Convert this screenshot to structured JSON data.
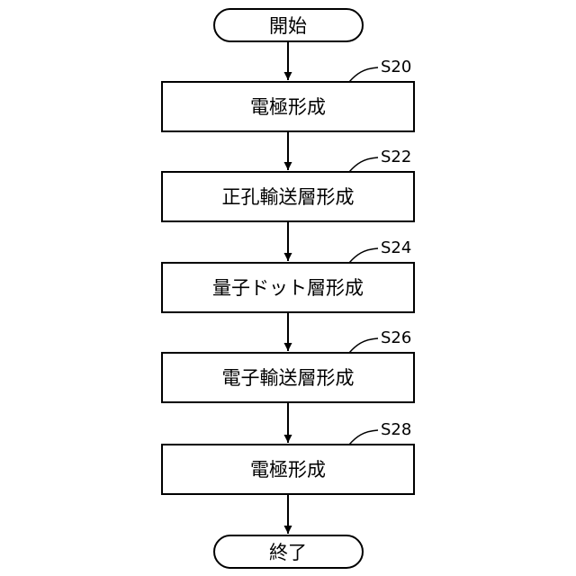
{
  "flowchart": {
    "start": {
      "label": "開始"
    },
    "steps": [
      {
        "id": "S20",
        "label": "電極形成"
      },
      {
        "id": "S22",
        "label": "正孔輸送層形成"
      },
      {
        "id": "S24",
        "label": "量子ドット層形成"
      },
      {
        "id": "S26",
        "label": "電子輸送層形成"
      },
      {
        "id": "S28",
        "label": "電極形成"
      }
    ],
    "end": {
      "label": "終了"
    }
  },
  "colors": {
    "stroke": "#000000",
    "background": "#ffffff",
    "text": "#000000"
  }
}
